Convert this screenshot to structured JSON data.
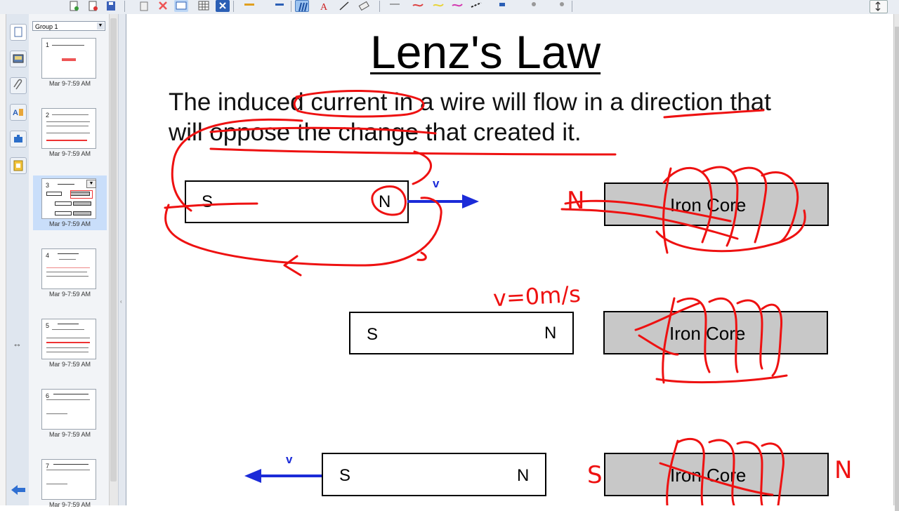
{
  "sorter": {
    "group_label": "Group 1",
    "pages": [
      {
        "number": "1",
        "time": "Mar 9-7:59 AM"
      },
      {
        "number": "2",
        "time": "Mar 9-7:59 AM"
      },
      {
        "number": "3",
        "time": "Mar 9-7:59 AM"
      },
      {
        "number": "4",
        "time": "Mar 9-7:59 AM"
      },
      {
        "number": "5",
        "time": "Mar 9-7:59 AM"
      },
      {
        "number": "6",
        "time": "Mar 9-7:59 AM"
      },
      {
        "number": "7",
        "time": "Mar 9-7:59 AM"
      }
    ]
  },
  "slide": {
    "title": "Lenz's Law",
    "line1": "The induced current in a wire will flow in a direction that",
    "line2": "will oppose the change that created it.",
    "scenarios": [
      {
        "south": "S",
        "north": "N",
        "velocity": "v",
        "core": "Iron Core"
      },
      {
        "south": "S",
        "north": "N",
        "core": "Iron Core"
      },
      {
        "south": "S",
        "north": "N",
        "velocity": "v",
        "core": "Iron Core"
      }
    ]
  },
  "annotations": {
    "core1_pole": "N",
    "velocity_zero": "v=0m/s",
    "core3_left": "S",
    "core3_right": "N"
  },
  "colors": {
    "ink": "#ee1111",
    "arrow": "#1b2bd8"
  }
}
